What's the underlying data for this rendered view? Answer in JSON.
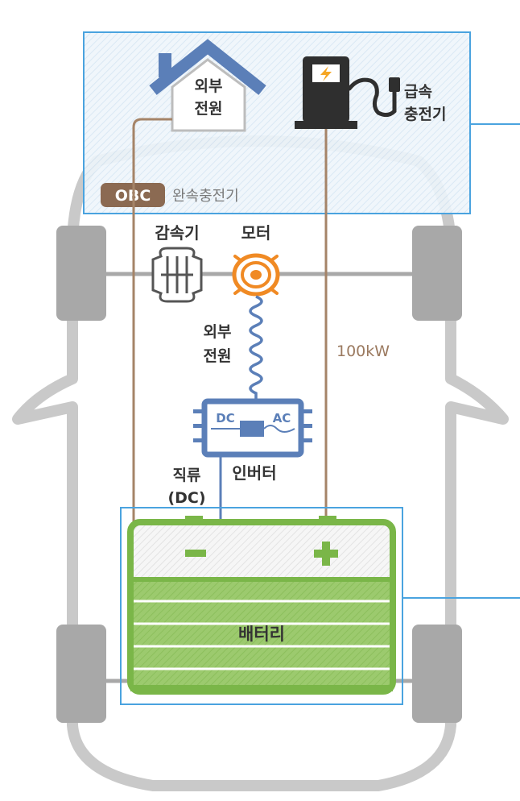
{
  "labels": {
    "house": [
      "외부",
      "전원"
    ],
    "fast_charger": [
      "급속",
      "충전기"
    ],
    "obc_badge": "OBC",
    "slow_charger": "완속충전기",
    "reducer": "감속기",
    "motor": "모터",
    "cable": [
      "외부",
      "전원"
    ],
    "power_rating": "100kW",
    "inverter_dc": "DC",
    "inverter_ac": "AC",
    "inverter": "인버터",
    "dc_current": [
      "직류",
      "(DC)"
    ],
    "battery": "배터리"
  },
  "colors": {
    "highlight_box": "#4aa3df",
    "car_outline": "#c9c9c9",
    "house_blue": "#5b7fb8",
    "charger_dark": "#2f2f2f",
    "bolt_orange": "#f5a623",
    "motor_orange": "#f08a24",
    "obc_brown": "#8b6a52",
    "cable_brown": "#a58468",
    "spring_blue": "#5b7fb8",
    "inverter_blue": "#5b7fb8",
    "battery_green": "#7ab648",
    "battery_green_dark": "#5f9a33",
    "wheel_grey": "#a8a8a8"
  }
}
